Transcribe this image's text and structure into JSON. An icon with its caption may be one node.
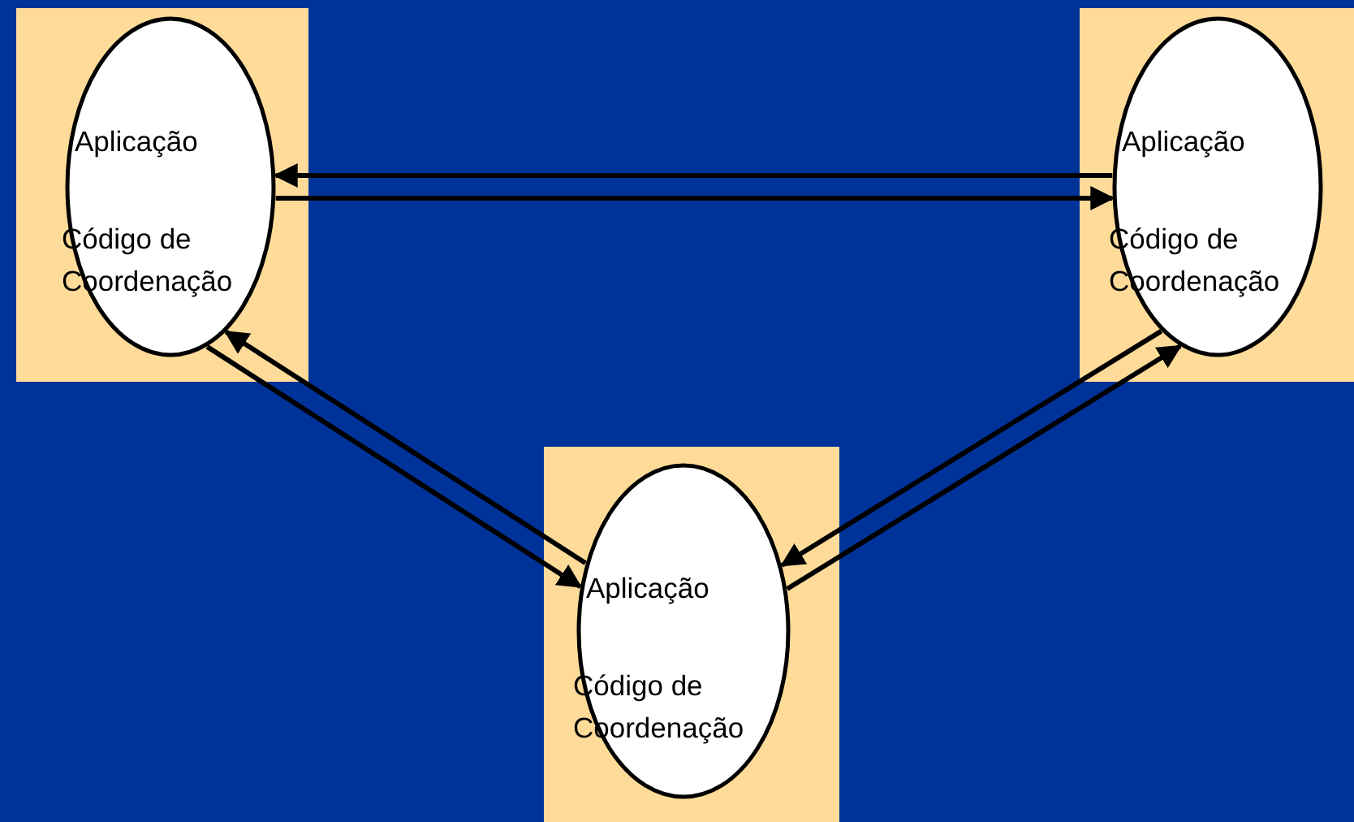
{
  "diagram": {
    "nodes": [
      {
        "text": [],
        "shape": "box"
      },
      {
        "text": [
          "Aplicação",
          "Código de Coordenação"
        ],
        "in": 0
      },
      {
        "text": [],
        "shape": "box"
      },
      {
        "text": [
          "Aplicação",
          "Código de Coordenação"
        ],
        "in": 2
      },
      {
        "text": [],
        "shape": "box"
      },
      {
        "text": [
          "Aplicação",
          "Código de Coordenação"
        ],
        "in": 4
      }
    ],
    "edges": [
      {
        "from": 3,
        "to": 1,
        "arrow": "to"
      },
      {
        "from": 1,
        "to": 3,
        "arrow": "to"
      },
      {
        "from": 5,
        "to": 1,
        "arrow": "to"
      },
      {
        "from": 1,
        "to": 5,
        "arrow": "to"
      },
      {
        "from": 3,
        "to": 5,
        "arrow": "to"
      },
      {
        "from": 5,
        "to": 3,
        "arrow": "to"
      }
    ]
  }
}
